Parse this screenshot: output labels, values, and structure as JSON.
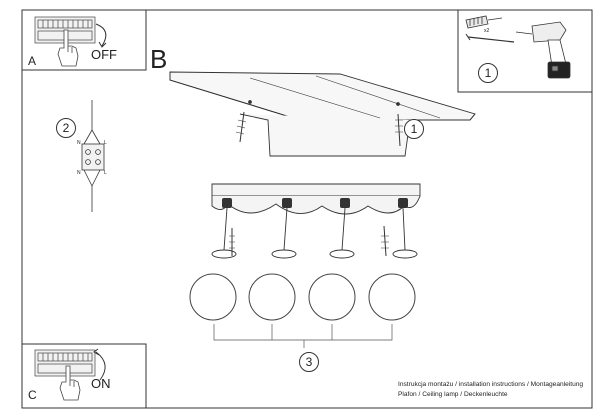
{
  "panels": {
    "a": {
      "letter": "A",
      "state": "OFF"
    },
    "c": {
      "letter": "C",
      "state": "ON"
    },
    "b": {
      "letter": "B"
    }
  },
  "steps": {
    "kit": "1",
    "wiring": "2",
    "mount": "1",
    "shades": "3"
  },
  "kit": {
    "quantity": "x2"
  },
  "wiring": {
    "terminal_left_top": "N",
    "terminal_right_top": "L",
    "terminal_left_bottom": "N",
    "terminal_right_bottom": "L"
  },
  "caption": {
    "line1": "Instrukcja montażu / installation instructions / Montageanleitung",
    "line2": "Plafon / Ceiling lamp / Deckenleuchte"
  }
}
